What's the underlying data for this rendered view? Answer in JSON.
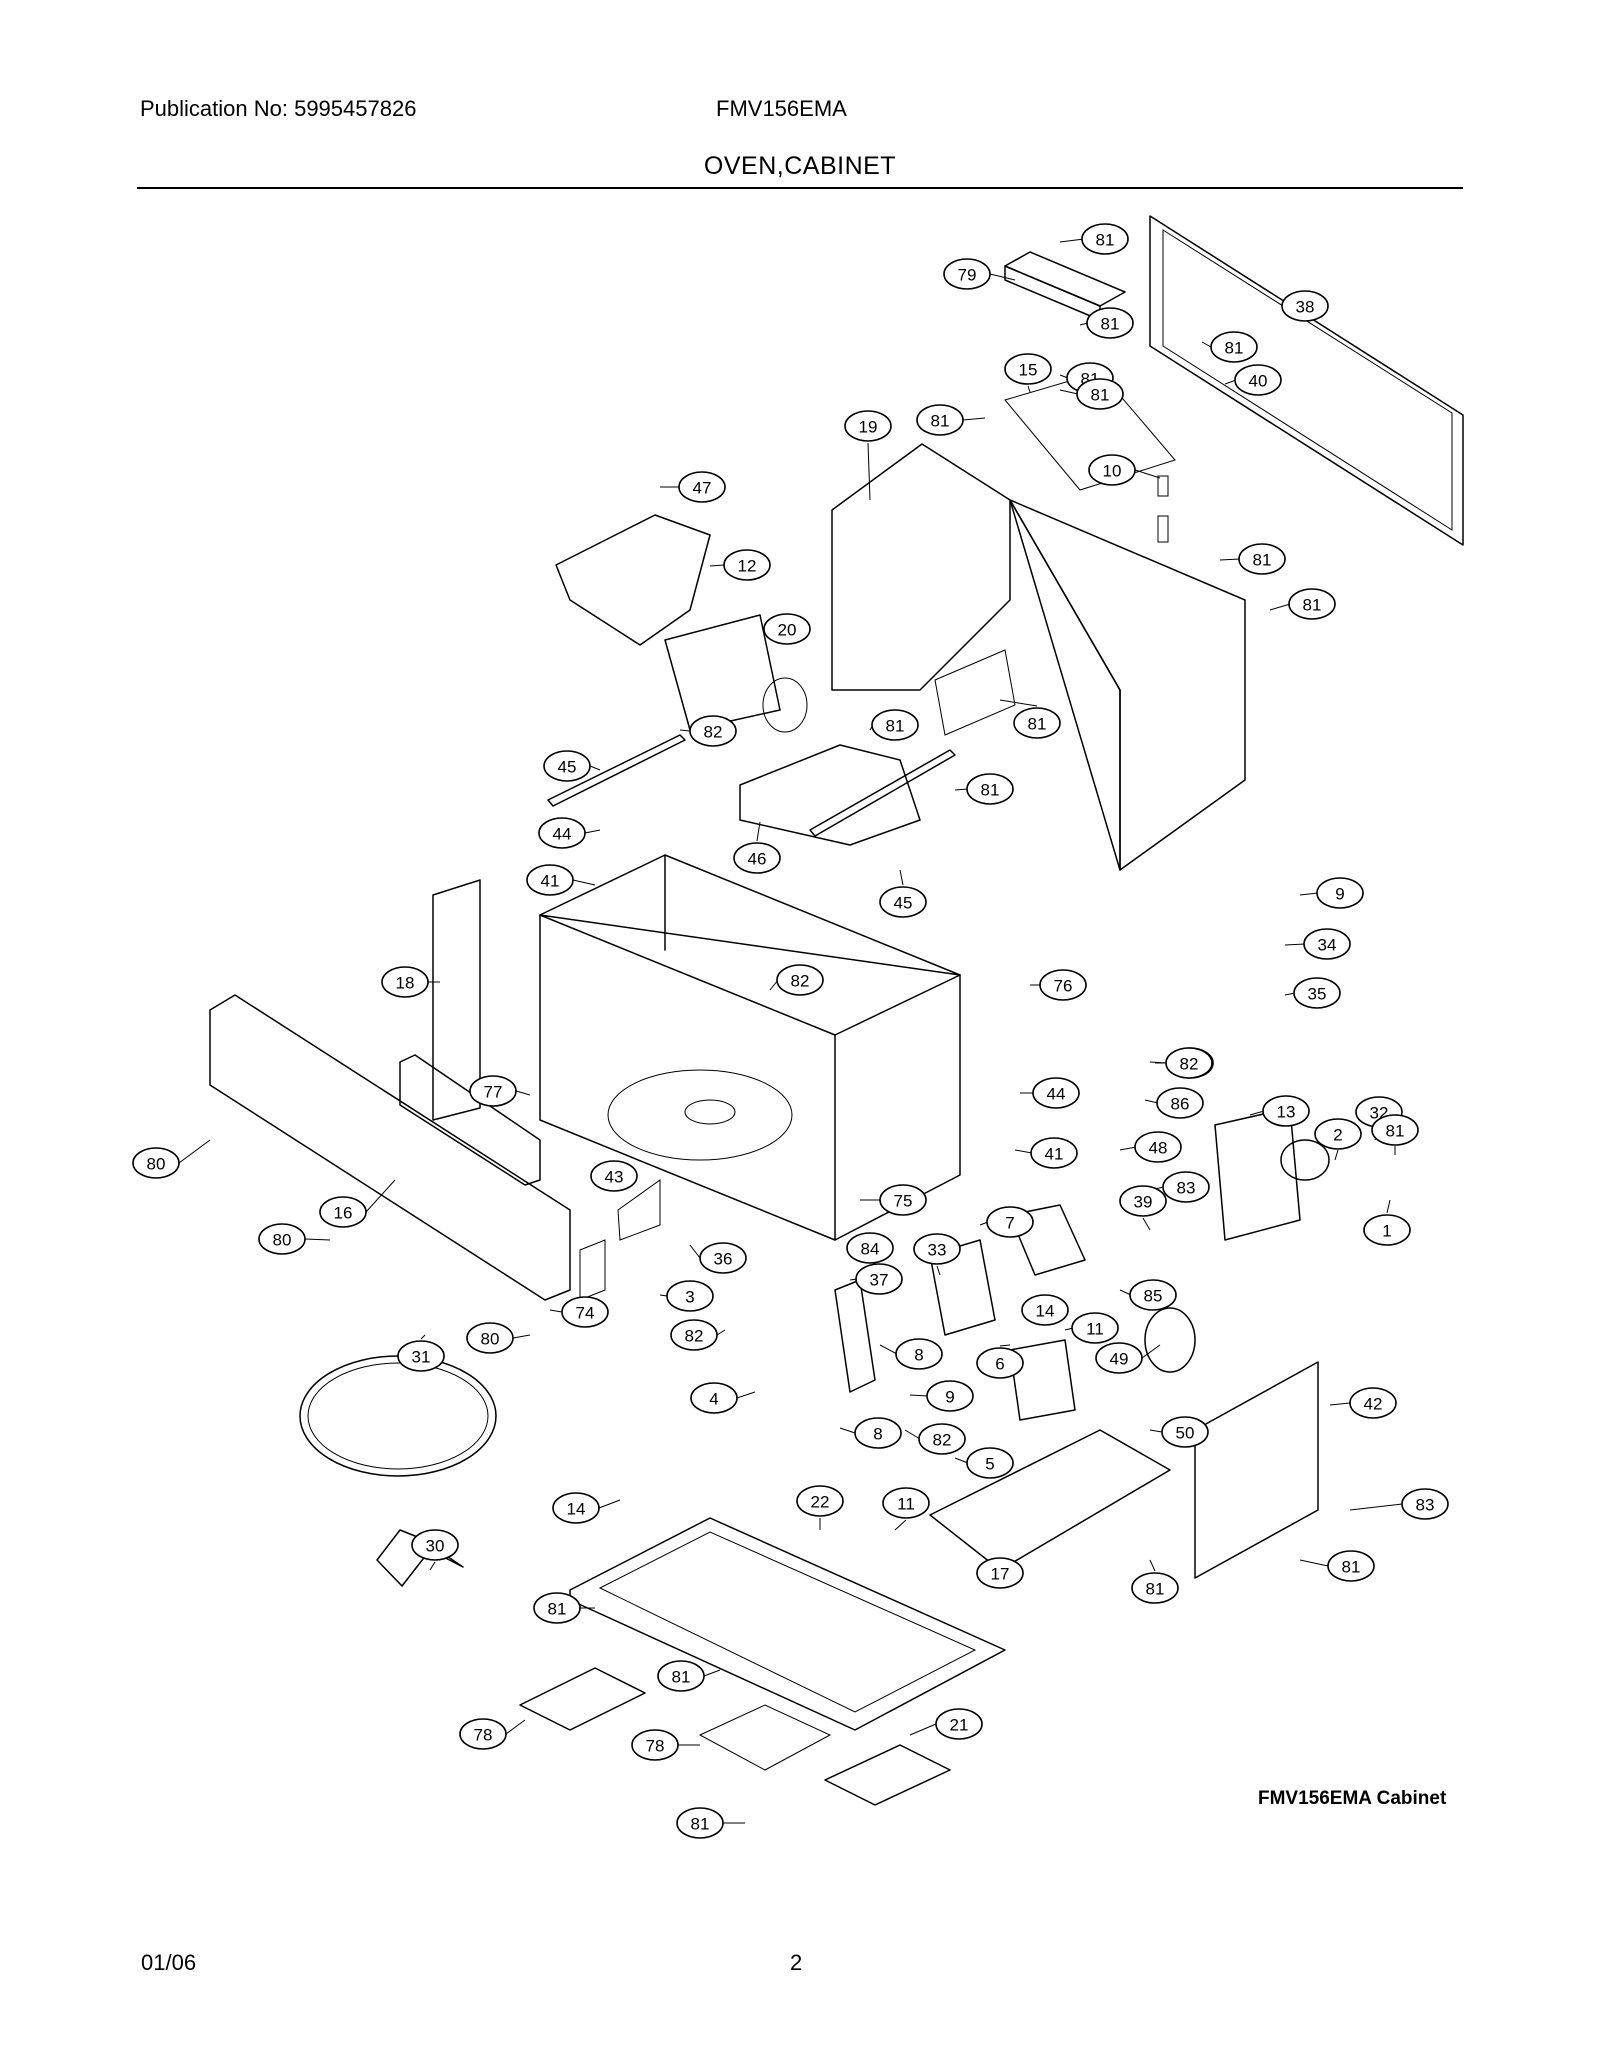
{
  "header": {
    "publication": "Publication No: 5995457826",
    "model": "FMV156EMA",
    "section_title": "OVEN,CABINET"
  },
  "diagram": {
    "caption": "FMV156EMA Cabinet",
    "callouts": [
      "81",
      "79",
      "38",
      "81",
      "15",
      "81",
      "81",
      "81",
      "81",
      "40",
      "19",
      "10",
      "81",
      "81",
      "47",
      "12",
      "20",
      "81",
      "82",
      "81",
      "45",
      "81",
      "46",
      "44",
      "45",
      "41",
      "82",
      "9",
      "34",
      "18",
      "35",
      "82",
      "76",
      "77",
      "82",
      "44",
      "80",
      "86",
      "13",
      "2",
      "32",
      "81",
      "48",
      "41",
      "16",
      "80",
      "43",
      "75",
      "83",
      "39",
      "1",
      "36",
      "84",
      "7",
      "33",
      "85",
      "3",
      "37",
      "74",
      "80",
      "82",
      "14",
      "11",
      "8",
      "6",
      "49",
      "31",
      "4",
      "9",
      "42",
      "8",
      "82",
      "50",
      "5",
      "14",
      "22",
      "11",
      "83",
      "30",
      "17",
      "81",
      "81",
      "81",
      "81",
      "78",
      "21",
      "78",
      "81"
    ]
  },
  "footer": {
    "date": "01/06",
    "page": "2"
  }
}
